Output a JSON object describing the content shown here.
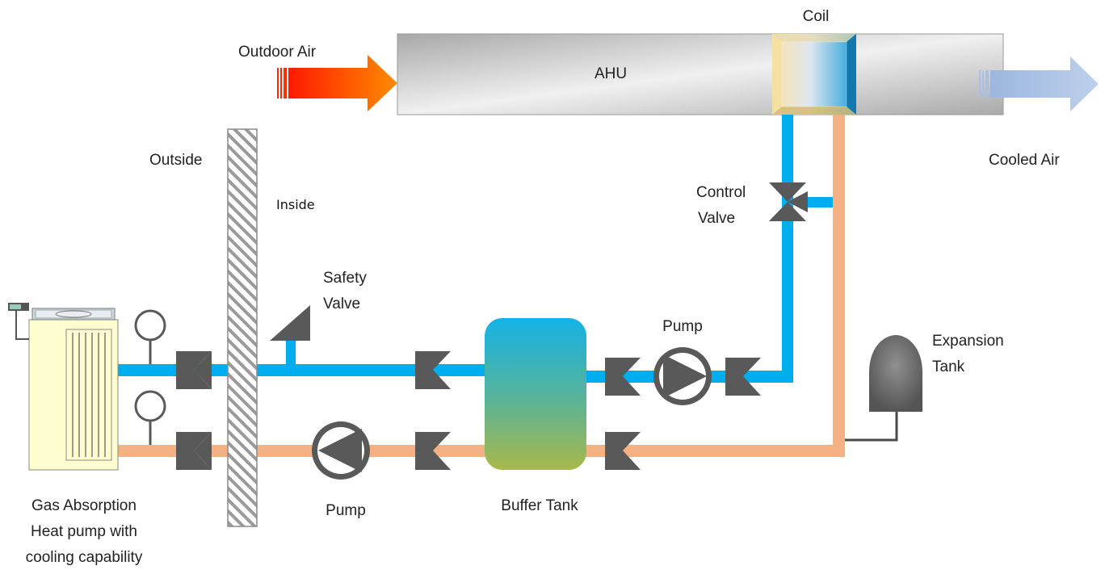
{
  "labels": {
    "coil": "Coil",
    "outdoor_air": "Outdoor Air",
    "ahu": "AHU",
    "cooled_air": "Cooled Air",
    "outside": "Outside",
    "inside": "Inside",
    "control_valve": [
      "Control",
      "Valve"
    ],
    "safety_valve": [
      "Safety",
      "Valve"
    ],
    "pump_supply": "Pump",
    "pump_return": "Pump",
    "expansion_tank": [
      "Expansion",
      "Tank"
    ],
    "buffer_tank": "Buffer Tank",
    "heat_pump": [
      "Gas Absorption",
      "Heat pump with",
      "cooling capability"
    ]
  },
  "colors": {
    "supply_pipe": "#00aeef",
    "return_pipe": "#f4b183",
    "valve": "#595959",
    "outdoor_air_arrow": "#ff4500",
    "cooled_air_arrow": "#b4c7e7",
    "ahu_body": "#c8c8c8",
    "heat_pump_body": "#fdfdd0"
  }
}
